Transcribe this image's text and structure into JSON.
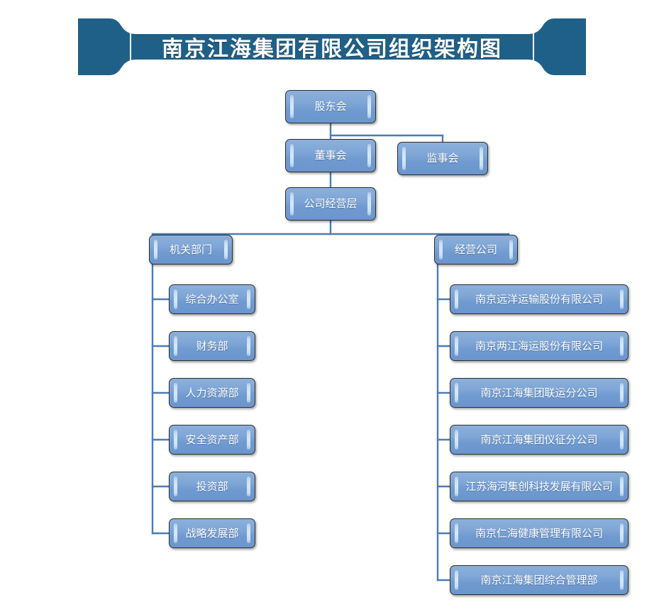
{
  "title": {
    "text": "南京江海集团有限公司组织架构图"
  },
  "colors": {
    "banner_fill": "#1F6089",
    "banner_stroke": "#ffffff",
    "node_fill_top": "#8cb0dc",
    "node_fill_bottom": "#6b96cd",
    "node_border": "#2f2f2f",
    "node_highlight": "#c9dff4",
    "connector": "#4b7db5",
    "label_text": "#ffffff",
    "background": "#ffffff"
  },
  "chart_data": {
    "type": "org-chart",
    "title": "南京江海集团有限公司组织架构图",
    "orientation": "top-down",
    "root": "股东会",
    "nodes": [
      {
        "id": "shareholders",
        "label": "股东会",
        "level": 0,
        "parent": null
      },
      {
        "id": "board",
        "label": "董事会",
        "level": 1,
        "parent": "shareholders"
      },
      {
        "id": "supervisors",
        "label": "监事会",
        "level": 1,
        "parent": "shareholders"
      },
      {
        "id": "management",
        "label": "公司经营层",
        "level": 2,
        "parent": "board"
      },
      {
        "id": "departments",
        "label": "机关部门",
        "level": 3,
        "parent": "management"
      },
      {
        "id": "companies",
        "label": "经营公司",
        "level": 3,
        "parent": "management"
      }
    ],
    "branches": [
      {
        "id": "departments",
        "header": "机关部门",
        "children": [
          "综合办公室",
          "财务部",
          "人力资源部",
          "安全资产部",
          "投资部",
          "战略发展部"
        ]
      },
      {
        "id": "companies",
        "header": "经营公司",
        "children": [
          "南京远洋运输股份有限公司",
          "南京两江海运股份有限公司",
          "南京江海集团联运分公司",
          "南京江海集团仪征分公司",
          "江苏海河集创科技发展有限公司",
          "南京仁海健康管理有限公司",
          "南京江海集团综合管理部"
        ]
      }
    ]
  },
  "top_nodes": {
    "shareholders": "股东会",
    "board": "董事会",
    "supervisors": "监事会",
    "management": "公司经营层"
  },
  "left_branch": {
    "header": "机关部门",
    "items": [
      "综合办公室",
      "财务部",
      "人力资源部",
      "安全资产部",
      "投资部",
      "战略发展部"
    ]
  },
  "right_branch": {
    "header": "经营公司",
    "items": [
      "南京远洋运输股份有限公司",
      "南京两江海运股份有限公司",
      "南京江海集团联运分公司",
      "南京江海集团仪征分公司",
      "江苏海河集创科技发展有限公司",
      "南京仁海健康管理有限公司",
      "南京江海集团综合管理部"
    ]
  }
}
